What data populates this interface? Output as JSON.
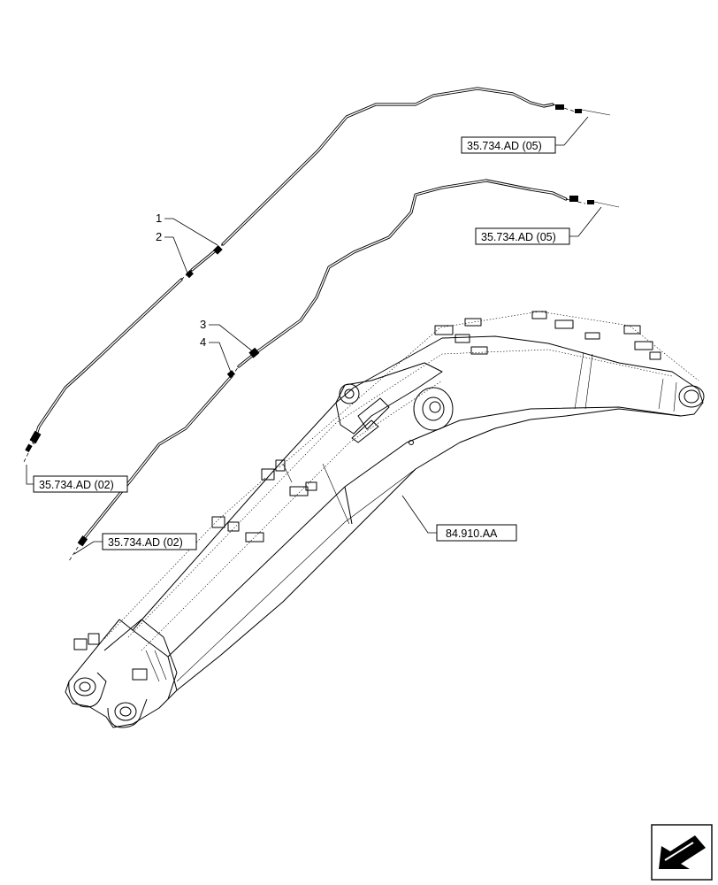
{
  "callouts": {
    "item_1": "1",
    "item_2": "2",
    "item_3": "3",
    "item_4": "4"
  },
  "references": {
    "ref_top_right_upper": "35.734.AD (05)",
    "ref_top_right_lower": "35.734.AD (05)",
    "ref_left_upper": "35.734.AD (02)",
    "ref_left_lower": "35.734.AD (02)",
    "ref_boom": "84.910.AA"
  },
  "icons": {
    "nav_arrow": "arrow-nav-icon"
  }
}
